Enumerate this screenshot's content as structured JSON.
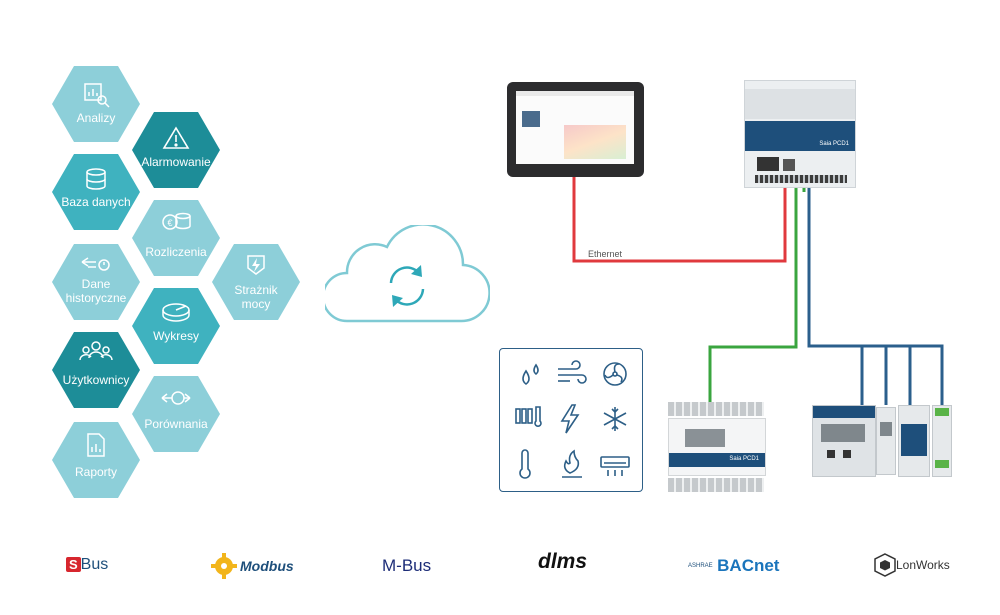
{
  "hexes": [
    {
      "label": "Analizy",
      "color": "#8dcfd9",
      "icon": "chart-icon"
    },
    {
      "label": "Alarmowanie",
      "color": "#1d8d98",
      "icon": "warning-icon"
    },
    {
      "label": "Baza danych",
      "color": "#3fb2bf",
      "icon": "database-icon"
    },
    {
      "label": "Rozliczenia",
      "color": "#8dcfd9",
      "icon": "coins-icon"
    },
    {
      "label": "Strażnik",
      "label2": "mocy",
      "color": "#8dcfd9",
      "icon": "power-shield-icon"
    },
    {
      "label": "Dane",
      "label2": "historyczne",
      "color": "#8dcfd9",
      "icon": "history-icon"
    },
    {
      "label": "Wykresy",
      "color": "#3fb2bf",
      "icon": "pie-icon"
    },
    {
      "label": "Użytkownicy",
      "color": "#1d8d98",
      "icon": "users-icon"
    },
    {
      "label": "Porównania",
      "color": "#8dcfd9",
      "icon": "compare-icon"
    },
    {
      "label": "Raporty",
      "color": "#8dcfd9",
      "icon": "report-icon"
    }
  ],
  "devices": {
    "plc_label": "Saia PCD1",
    "ethernet_label": "Ethernet",
    "module_label": "Saia PCD1",
    "wire_colors": {
      "ethernet": "#e0393e",
      "green": "#3aa53f",
      "blue": "#2b5f8c"
    }
  },
  "sensors": [
    "water-drops-icon",
    "wind-icon",
    "fan-icon",
    "thermometers-icon",
    "lightning-icon",
    "snowflake-icon",
    "thermometer-icon",
    "flame-icon",
    "air-conditioner-icon"
  ],
  "protocols": [
    {
      "prefix": "S",
      "text": "Bus",
      "name": "sbus"
    },
    {
      "text": "Modbus",
      "name": "modbus"
    },
    {
      "text": "M-Bus",
      "name": "mbus"
    },
    {
      "text": "dlms",
      "name": "dlms"
    },
    {
      "prefix": "ASHRAE",
      "text": "BACnet",
      "name": "bacnet"
    },
    {
      "text": "LonWorks",
      "name": "lonworks"
    }
  ]
}
